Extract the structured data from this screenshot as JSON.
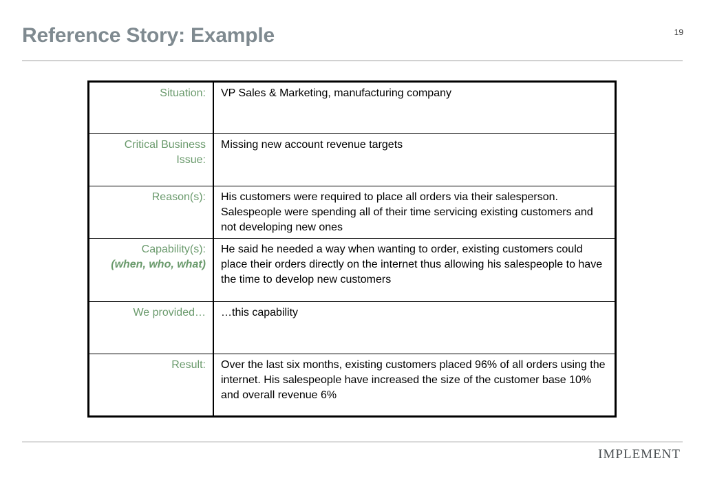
{
  "header": {
    "title": "Reference Story: Example",
    "page_number": "19"
  },
  "footer": {
    "logo_text": "IMPLEMENT"
  },
  "rows": [
    {
      "label": "Situation:",
      "value": "VP Sales & Marketing, manufacturing company"
    },
    {
      "label": "Critical Business Issue:",
      "value": "Missing new account revenue targets"
    },
    {
      "label": "Reason(s):",
      "value": "His customers were required to place all orders via their salesperson. Salespeople were spending all of their time servicing existing customers and not developing new ones"
    },
    {
      "label": "Capability(s):",
      "sublabel": "(when, who, what)",
      "value": "He said he needed a way when wanting to order, existing customers could place their orders directly on the internet thus allowing his salespeople to have the time to develop new customers"
    },
    {
      "label": "We provided…",
      "value": "…this capability"
    },
    {
      "label": "Result:",
      "value": "Over the last six months, existing customers placed 96% of all orders using the internet. His salespeople have increased the size of the customer base 10% and overall revenue 6%"
    }
  ],
  "colors": {
    "title": "#7f8a90",
    "label": "#6a9a6c"
  }
}
